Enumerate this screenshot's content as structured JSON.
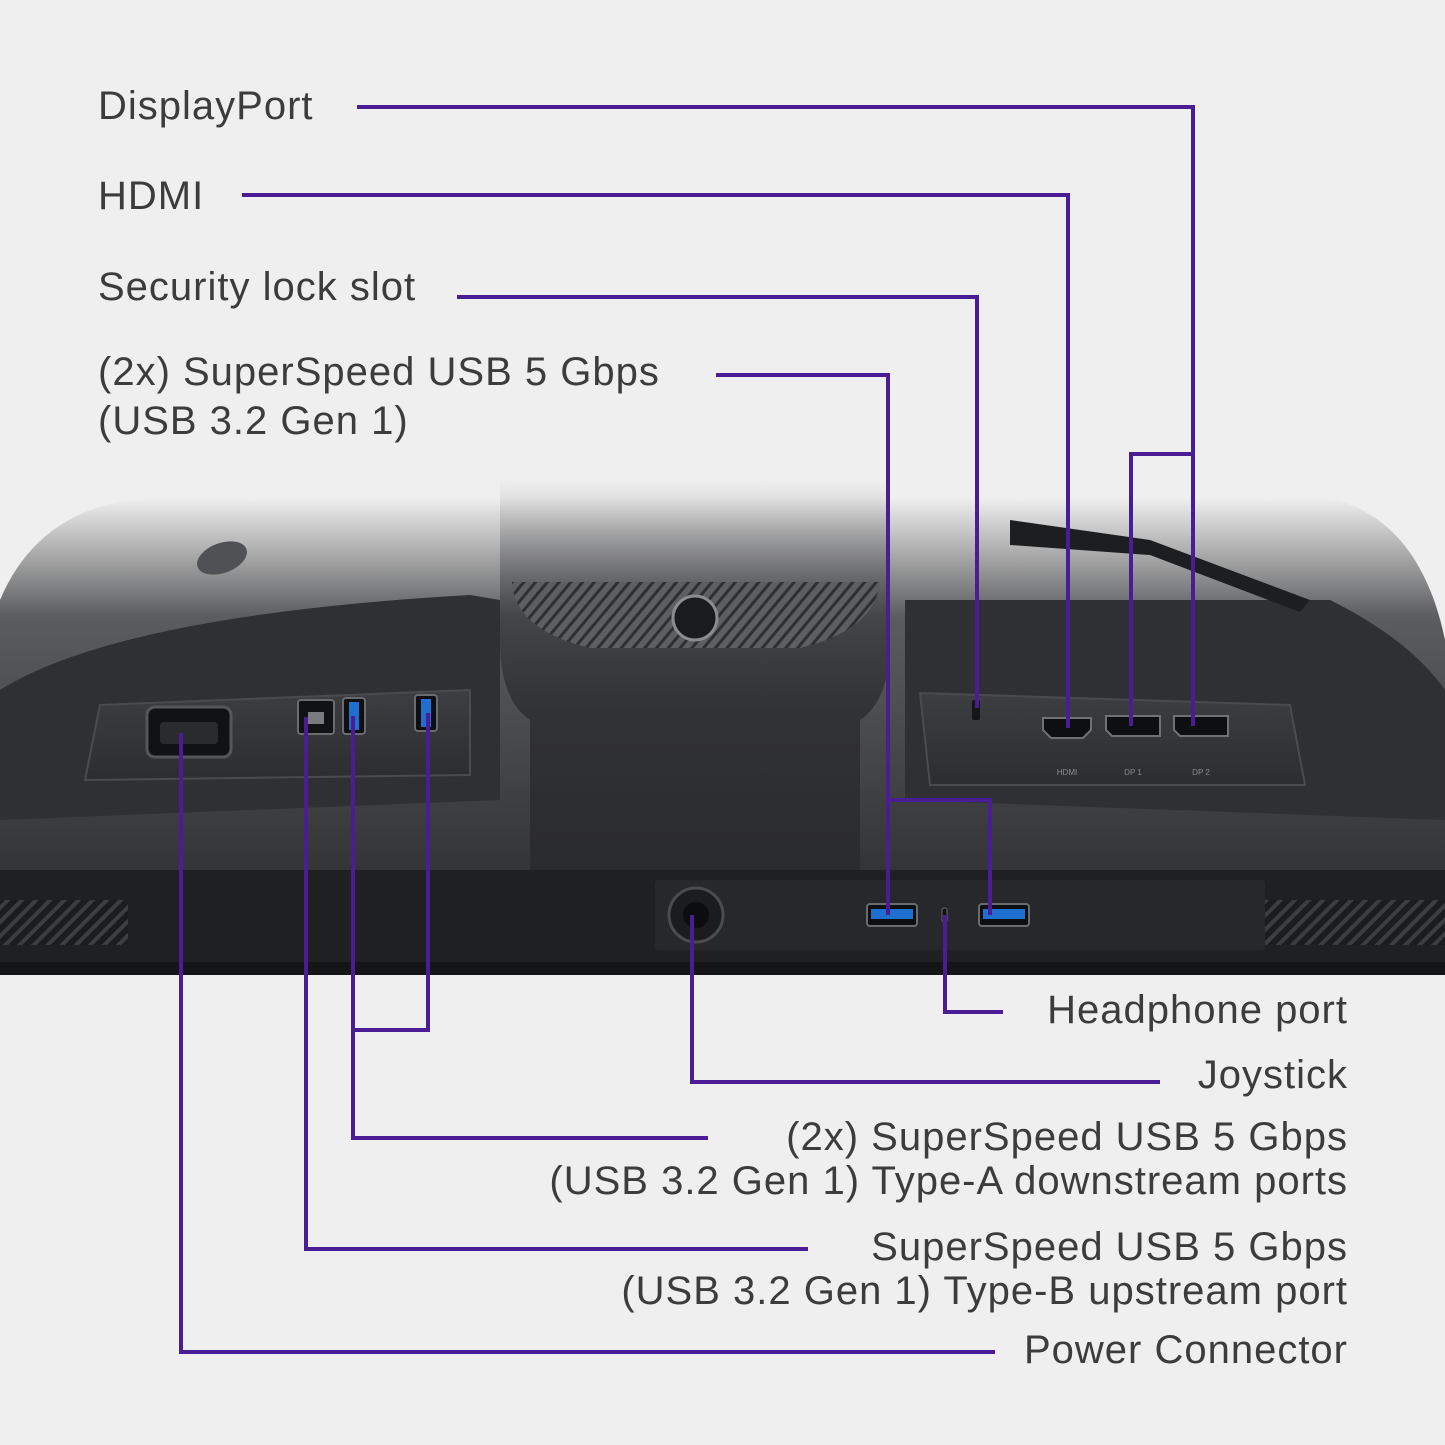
{
  "colors": {
    "leader": "#4b1d95",
    "background": "#efefef",
    "text": "#3c3c3c",
    "monitor_body": "#2b2c2e",
    "usb_blue": "#1f6fd1"
  },
  "labels": {
    "displayport": "DisplayPort",
    "hdmi": "HDMI",
    "security_lock": "Security lock slot",
    "usb_top_line1": "(2x) SuperSpeed USB 5 Gbps",
    "usb_top_line2": "(USB 3.2 Gen 1)",
    "headphone": "Headphone port",
    "joystick": "Joystick",
    "usb_down_line1": "(2x) SuperSpeed USB 5 Gbps",
    "usb_down_line2": "(USB 3.2 Gen 1) Type-A downstream ports",
    "usb_up_line1": "SuperSpeed USB 5 Gbps",
    "usb_up_line2": "(USB 3.2 Gen 1) Type-B upstream port",
    "power": "Power Connector"
  },
  "port_markings": {
    "hdmi": "HDMI",
    "dp1": "DP 1",
    "dp2": "DP 2"
  }
}
